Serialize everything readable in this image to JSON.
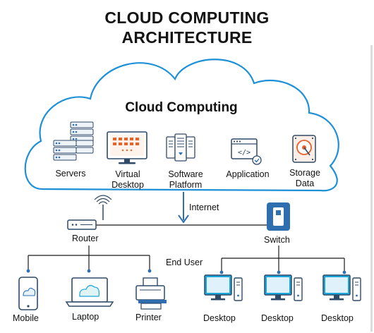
{
  "title_line1": "CLOUD COMPUTING",
  "title_line2": "ARCHITECTURE",
  "cloud": {
    "title": "Cloud Computing",
    "services": [
      {
        "id": "servers",
        "lines": [
          "Servers"
        ],
        "icon": "server-rack-icon"
      },
      {
        "id": "virtual-desktop",
        "lines": [
          "Virtual",
          "Desktop"
        ],
        "icon": "monitor-icon"
      },
      {
        "id": "software-platform",
        "lines": [
          "Software",
          "Platform"
        ],
        "icon": "server-tower-icon"
      },
      {
        "id": "application",
        "lines": [
          "Application"
        ],
        "icon": "code-window-icon"
      },
      {
        "id": "storage-data",
        "lines": [
          "Storage",
          "Data"
        ],
        "icon": "hard-drive-icon"
      }
    ]
  },
  "network": {
    "internet_label": "Internet",
    "router_label": "Router",
    "switch_label": "Switch",
    "end_user_label": "End User"
  },
  "devices_left": [
    {
      "id": "mobile",
      "label": "Mobile",
      "icon": "mobile-icon"
    },
    {
      "id": "laptop",
      "label": "Laptop",
      "icon": "laptop-icon"
    },
    {
      "id": "printer",
      "label": "Printer",
      "icon": "printer-icon"
    }
  ],
  "devices_right": [
    {
      "id": "desktop-1",
      "label": "Desktop",
      "icon": "desktop-icon"
    },
    {
      "id": "desktop-2",
      "label": "Desktop",
      "icon": "desktop-icon"
    },
    {
      "id": "desktop-3",
      "label": "Desktop",
      "icon": "desktop-icon"
    }
  ],
  "colors": {
    "cloud_outline": "#1e90d8",
    "accent_blue": "#2f6fb0",
    "accent_orange": "#e8622c",
    "screen_blue": "#1aa6d9",
    "line": "#1a1a1a"
  }
}
